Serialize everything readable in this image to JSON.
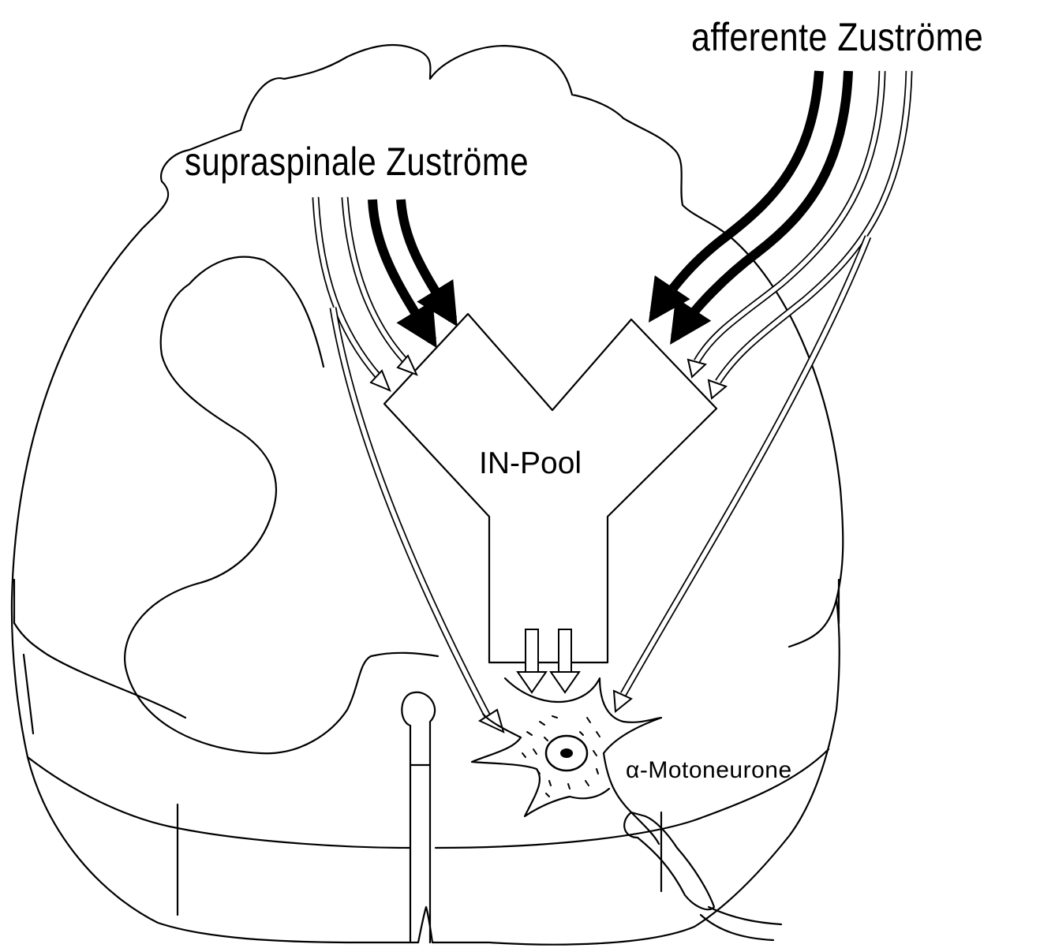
{
  "labels": {
    "afferent": "afferente Zuströme",
    "supraspinal": "supraspinale Zuströme",
    "in_pool": "IN-Pool",
    "motoneurone": "α-Motoneurone"
  },
  "colors": {
    "line": "#000000",
    "background": "#ffffff"
  }
}
